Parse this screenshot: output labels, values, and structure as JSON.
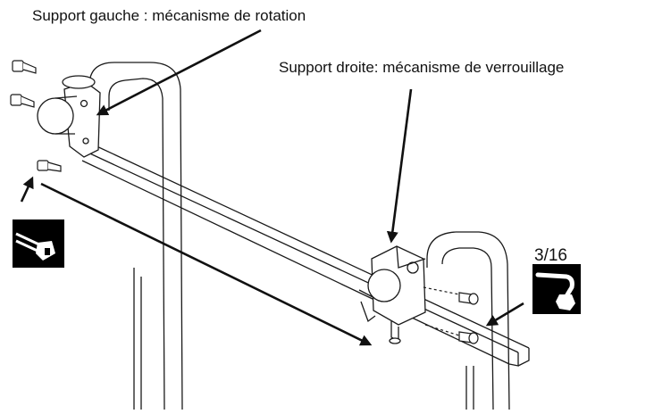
{
  "labels": {
    "left_support": "Support gauche : mécanisme de rotation",
    "right_support": "Support droite: mécanisme de verrouillage",
    "wrench_size": "3/16"
  },
  "icons": {
    "left_tool": "hex-key-tip-icon",
    "right_tool": "allen-key-icon"
  },
  "colors": {
    "line": "#1a1a1a",
    "icon_background": "#000000",
    "icon_foreground": "#ffffff"
  }
}
